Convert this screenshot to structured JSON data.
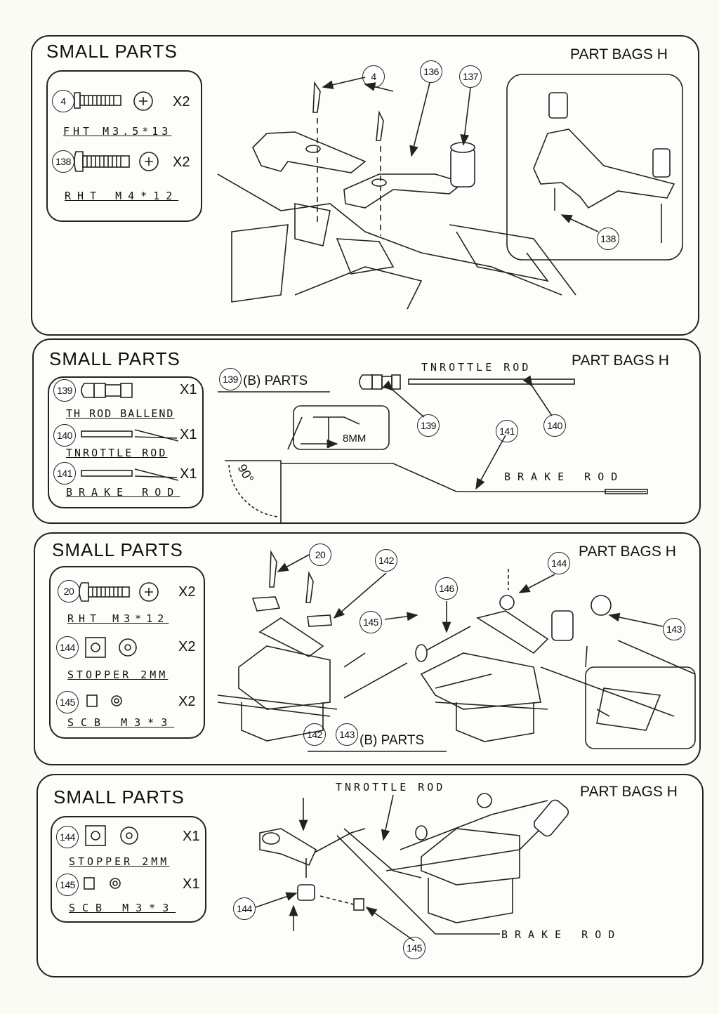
{
  "panels": [
    {
      "title": "SMALL PARTS",
      "bag": "PART BAGS H",
      "parts": [
        {
          "num": "4",
          "qty": "X2",
          "label": "FHT M3.5*13"
        },
        {
          "num": "138",
          "qty": "X2",
          "label": "RHT M4*12"
        }
      ],
      "callouts": [
        "4",
        "136",
        "137",
        "138"
      ]
    },
    {
      "title": "SMALL PARTS",
      "bag": "PART BAGS H",
      "parts": [
        {
          "num": "139",
          "qty": "X1",
          "label": "TH ROD BALLEND"
        },
        {
          "num": "140",
          "qty": "X1",
          "label": "TNROTTLE ROD"
        },
        {
          "num": "141",
          "qty": "X1",
          "label": "BRAKE ROD"
        }
      ],
      "b_parts_num": "139",
      "b_parts_label": "(B) PARTS",
      "throttle_rod": "TNROTTLE ROD",
      "brake_rod": "BRAKE ROD",
      "dim": "8MM",
      "angle": "90°",
      "callouts": [
        "139",
        "140",
        "141"
      ]
    },
    {
      "title": "SMALL PARTS",
      "bag": "PART BAGS H",
      "parts": [
        {
          "num": "20",
          "qty": "X2",
          "label": "RHT M3*12"
        },
        {
          "num": "144",
          "qty": "X2",
          "label": "STOPPER 2MM"
        },
        {
          "num": "145",
          "qty": "X2",
          "label": "SCB M3*3"
        }
      ],
      "b_parts_nums": [
        "142",
        "143"
      ],
      "b_parts_label": "(B) PARTS",
      "callouts": [
        "20",
        "142",
        "145",
        "146",
        "144",
        "143"
      ]
    },
    {
      "title": "SMALL PARTS",
      "bag": "PART BAGS H",
      "parts": [
        {
          "num": "144",
          "qty": "X1",
          "label": "STOPPER 2MM"
        },
        {
          "num": "145",
          "qty": "X1",
          "label": "SCB M3*3"
        }
      ],
      "throttle_rod": "TNROTTLE ROD",
      "brake_rod": "BRAKE ROD",
      "callouts": [
        "144",
        "145"
      ]
    }
  ]
}
